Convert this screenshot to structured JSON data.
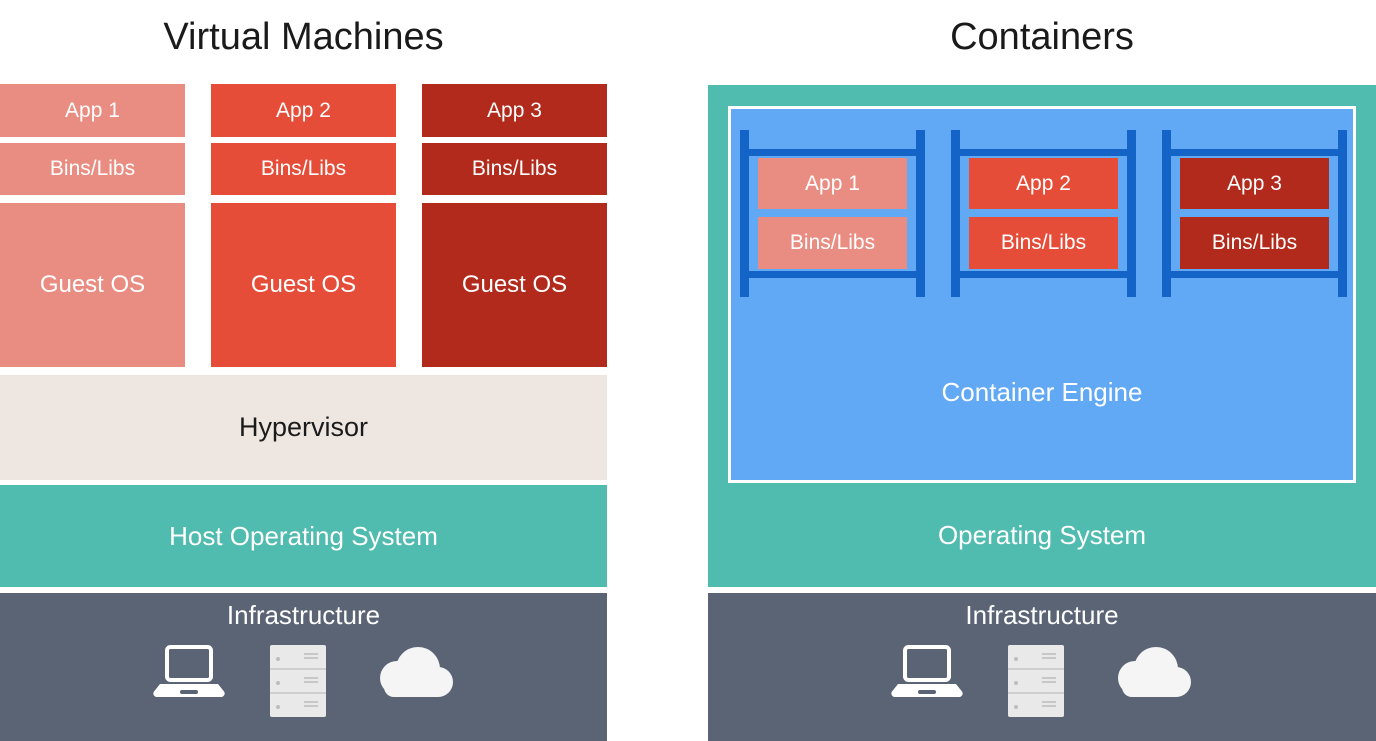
{
  "left_panel": {
    "title": "Virtual Machines",
    "stacks": [
      {
        "app": "App 1",
        "bins": "Bins/Libs",
        "guest_os": "Guest OS",
        "color": "#E98D82"
      },
      {
        "app": "App 2",
        "bins": "Bins/Libs",
        "guest_os": "Guest OS",
        "color": "#E54D39"
      },
      {
        "app": "App 3",
        "bins": "Bins/Libs",
        "guest_os": "Guest OS",
        "color": "#B22A1B"
      }
    ],
    "hypervisor_label": "Hypervisor",
    "host_os_label": "Host Operating System",
    "infrastructure_label": "Infrastructure"
  },
  "right_panel": {
    "title": "Containers",
    "containers": [
      {
        "app": "App 1",
        "bins": "Bins/Libs",
        "color": "#E98D82"
      },
      {
        "app": "App 2",
        "bins": "Bins/Libs",
        "color": "#E54D39"
      },
      {
        "app": "App 3",
        "bins": "Bins/Libs",
        "color": "#B22A1B"
      }
    ],
    "engine_label": "Container Engine",
    "os_label": "Operating System",
    "infrastructure_label": "Infrastructure"
  },
  "icons": {
    "infrastructure": [
      "laptop-icon",
      "server-icon",
      "cloud-icon"
    ]
  },
  "colors": {
    "app1": "#E98D82",
    "app2": "#E54D39",
    "app3": "#B22A1B",
    "hypervisor_bg": "#EEE6E0",
    "teal": "#50BBAF",
    "infrastructure_bg": "#5A6474",
    "engine_bg": "#61A9F4",
    "rack_frame": "#1463C7",
    "panel_border": "#FFFFFF",
    "title_text": "#1A1A1A",
    "box_text": "#FFFFFF"
  }
}
